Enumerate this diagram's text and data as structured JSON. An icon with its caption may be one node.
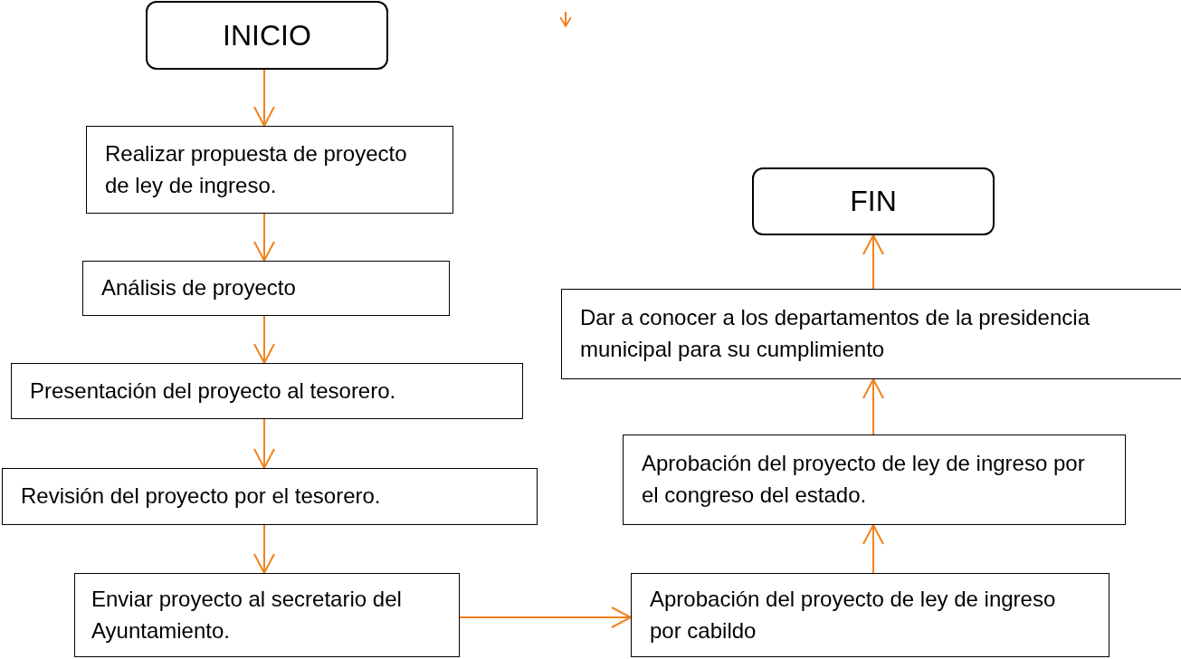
{
  "diagram": {
    "nodes": [
      {
        "text": [
          "INICIO"
        ]
      },
      {
        "text": [
          "Realizar propuesta de proyecto de ley de ingreso."
        ]
      },
      {
        "text": [
          "Análisis de proyecto"
        ]
      },
      {
        "text": [
          "Presentación del proyecto al tesorero."
        ]
      },
      {
        "text": [
          "Revisión del proyecto por el tesorero."
        ]
      },
      {
        "text": [
          "Enviar proyecto al secretario del Ayuntamiento."
        ]
      },
      {
        "text": [
          "Aprobación del proyecto de ley de ingreso por cabildo"
        ]
      },
      {
        "text": [
          "Aprobación del proyecto de ley de ingreso por el congreso del estado."
        ]
      },
      {
        "text": [
          "Dar a conocer a los departamentos de la presidencia municipal para su cumplimiento"
        ]
      },
      {
        "text": [
          "FIN"
        ]
      }
    ],
    "edges": [
      {
        "from": 0,
        "to": 1,
        "arrow": "to"
      },
      {
        "from": 1,
        "to": 2,
        "arrow": "to"
      },
      {
        "from": 2,
        "to": 3,
        "arrow": "to"
      },
      {
        "from": 3,
        "to": 4,
        "arrow": "to"
      },
      {
        "from": 4,
        "to": 5,
        "arrow": "to"
      },
      {
        "from": 5,
        "to": 6,
        "arrow": "to"
      },
      {
        "from": 6,
        "to": 7,
        "arrow": "to"
      },
      {
        "from": 7,
        "to": 8,
        "arrow": "to"
      },
      {
        "from": 8,
        "to": 9,
        "arrow": "to"
      }
    ]
  }
}
